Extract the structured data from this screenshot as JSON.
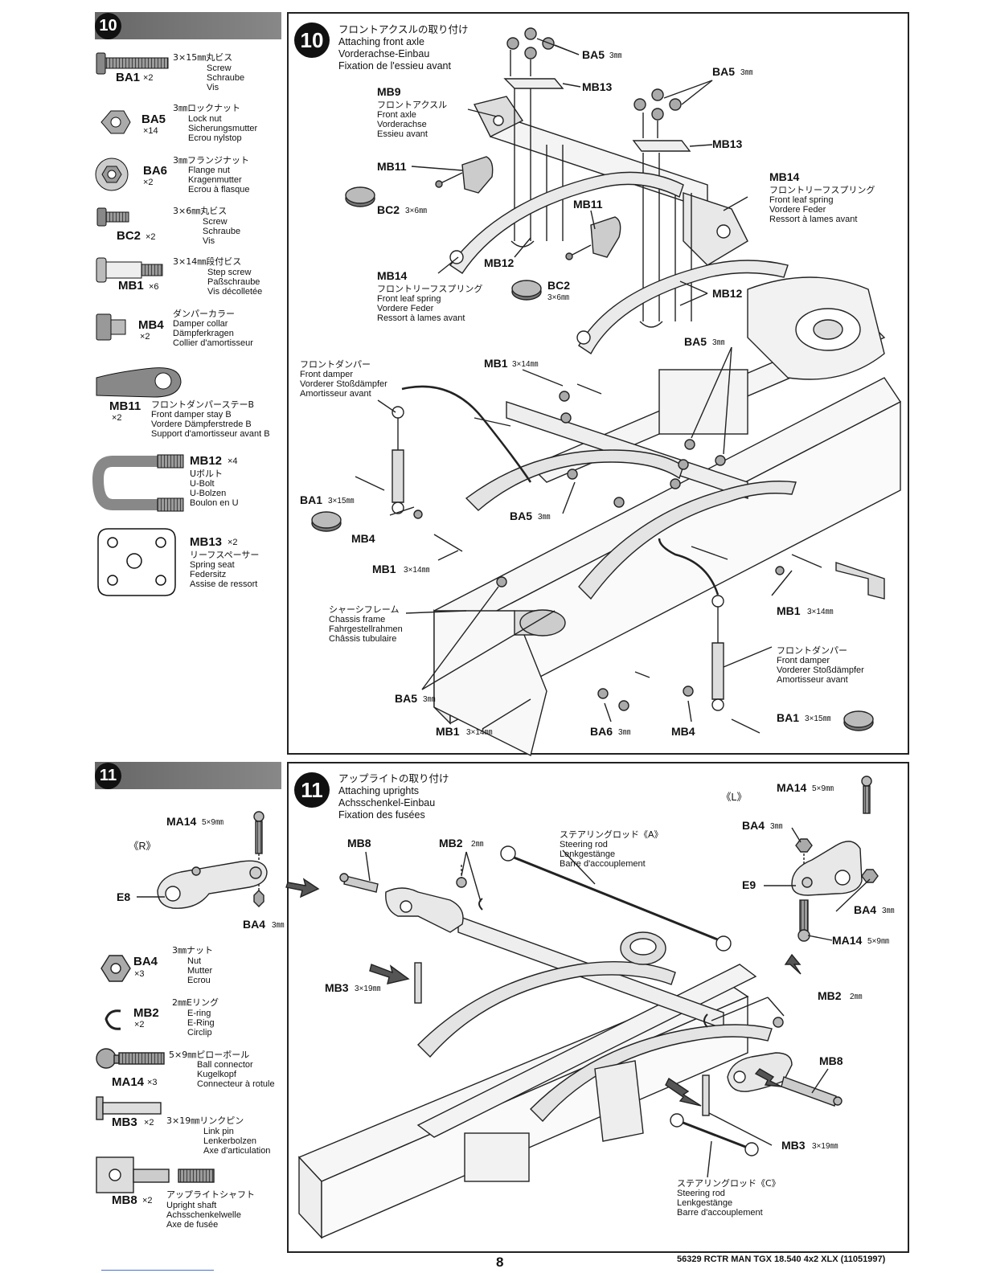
{
  "step10": {
    "number": "10",
    "title_jp": "フロントアクスルの取り付け",
    "title_en": "Attaching front axle",
    "title_de": "Vorderachse-Einbau",
    "title_fr": "Fixation de l'essieu avant",
    "parts": {
      "ba1": {
        "code": "BA1",
        "qty": "×2",
        "size": "3×15㎜丸ビス",
        "en": "Screw",
        "de": "Schraube",
        "fr": "Vis"
      },
      "ba5": {
        "code": "BA5",
        "qty": "×14",
        "size": "3㎜ロックナット",
        "en": "Lock nut",
        "de": "Sicherungsmutter",
        "fr": "Ecrou nylstop"
      },
      "ba6": {
        "code": "BA6",
        "qty": "×2",
        "size": "3㎜フランジナット",
        "en": "Flange nut",
        "de": "Kragenmutter",
        "fr": "Ecrou à flasque"
      },
      "bc2": {
        "code": "BC2",
        "qty": "×2",
        "size": "3×6㎜丸ビス",
        "en": "Screw",
        "de": "Schraube",
        "fr": "Vis"
      },
      "mb1": {
        "code": "MB1",
        "qty": "×6",
        "size": "3×14㎜段付ビス",
        "en": "Step screw",
        "de": "Paßschraube",
        "fr": "Vis décolletée"
      },
      "mb4": {
        "code": "MB4",
        "qty": "×2",
        "size": "ダンパーカラー",
        "en": "Damper collar",
        "de": "Dämpferkragen",
        "fr": "Collier d'amortisseur"
      },
      "mb11": {
        "code": "MB11",
        "qty": "×2",
        "size": "フロントダンパーステーB",
        "en": "Front damper stay B",
        "de": "Vordere Dämpferstrede B",
        "fr": "Support d'amortisseur avant B"
      },
      "mb12": {
        "code": "MB12",
        "qty": "×4",
        "size": "Uボルト",
        "en": "U-Bolt",
        "de": "U-Bolzen",
        "fr": "Boulon en U"
      },
      "mb13": {
        "code": "MB13",
        "qty": "×2",
        "size": "リーフスペーサー",
        "en": "Spring seat",
        "de": "Federsitz",
        "fr": "Assise de ressort"
      }
    },
    "callouts": {
      "ba5_top": "BA5",
      "ba5_top_size": "3㎜",
      "mb13_a": "MB13",
      "mb13_b": "MB13",
      "ba5_right": "BA5",
      "ba5_right_size": "3㎜",
      "mb9_code": "MB9",
      "mb9_jp": "フロントアクスル",
      "mb9_en": "Front axle",
      "mb9_de": "Vorderachse",
      "mb9_fr": "Essieu avant",
      "mb11_a": "MB11",
      "mb11_b": "MB11",
      "bc2_a": "BC2",
      "bc2_a_size": "3×6㎜",
      "bc2_b": "BC2",
      "bc2_b_size": "3×6㎜",
      "mb14_right_code": "MB14",
      "mb14_right_jp": "フロントリーフスプリング",
      "mb14_right_en": "Front leaf spring",
      "mb14_right_de": "Vordere Feder",
      "mb14_right_fr": "Ressort à lames avant",
      "mb14_left_code": "MB14",
      "mb14_left_jp": "フロントリーフスプリング",
      "mb14_left_en": "Front leaf spring",
      "mb14_left_de": "Vordere Feder",
      "mb14_left_fr": "Ressort à lames avant",
      "mb12_a": "MB12",
      "mb12_b": "MB12",
      "damper_left_jp": "フロントダンパー",
      "damper_left_en": "Front damper",
      "damper_left_de": "Vorderer Stoßdämpfer",
      "damper_left_fr": "Amortisseur avant",
      "mb1_top": "MB1",
      "mb1_top_size": "3×14㎜",
      "ba5_mid": "BA5",
      "ba5_mid_size": "3㎜",
      "ba1_left": "BA1",
      "ba1_left_size": "3×15㎜",
      "ba5_center": "BA5",
      "ba5_center_size": "3㎜",
      "mb4_left": "MB4",
      "mb1_left": "MB1",
      "mb1_left_size": "3×14㎜",
      "mb1_right": "MB1",
      "mb1_right_size": "3×14㎜",
      "chassis_jp": "シャーシフレーム",
      "chassis_en": "Chassis frame",
      "chassis_de": "Fahrgestellrahmen",
      "chassis_fr": "Châssis tubulaire",
      "damper_right_jp": "フロントダンパー",
      "damper_right_en": "Front damper",
      "damper_right_de": "Vorderer Stoßdämpfer",
      "damper_right_fr": "Amortisseur avant",
      "ba5_bottom": "BA5",
      "ba5_bottom_size": "3㎜",
      "mb1_bottom": "MB1",
      "mb1_bottom_size": "3×14㎜",
      "ba6_bottom": "BA6",
      "ba6_bottom_size": "3㎜",
      "mb4_bottom": "MB4",
      "ba1_bottom": "BA1",
      "ba1_bottom_size": "3×15㎜"
    }
  },
  "step11": {
    "number": "11",
    "title_jp": "アップライトの取り付け",
    "title_en": "Attaching uprights",
    "title_de": "Achsschenkel-Einbau",
    "title_fr": "Fixation des fusées",
    "left_assembly": {
      "r_label": "《R》",
      "ma14": "MA14",
      "ma14_size": "5×9㎜",
      "e8": "E8",
      "ba4": "BA4",
      "ba4_size": "3㎜"
    },
    "parts": {
      "ba4": {
        "code": "BA4",
        "qty": "×3",
        "size": "3㎜ナット",
        "en": "Nut",
        "de": "Mutter",
        "fr": "Ecrou"
      },
      "mb2": {
        "code": "MB2",
        "qty": "×2",
        "size": "2㎜Eリング",
        "en": "E-ring",
        "de": "E-Ring",
        "fr": "Circlip"
      },
      "ma14": {
        "code": "MA14",
        "qty": "×3",
        "size": "5×9㎜ピローボール",
        "en": "Ball connector",
        "de": "Kugelkopf",
        "fr": "Connecteur à rotule"
      },
      "mb3": {
        "code": "MB3",
        "qty": "×2",
        "size": "3×19㎜リンクピン",
        "en": "Link pin",
        "de": "Lenkerbolzen",
        "fr": "Axe d'articulation"
      },
      "mb8": {
        "code": "MB8",
        "qty": "×2",
        "size": "アップライトシャフト",
        "en": "Upright shaft",
        "de": "Achsschenkelwelle",
        "fr": "Axe de fusée"
      }
    },
    "callouts": {
      "l_label": "《L》",
      "ma14_r": "MA14",
      "ma14_r_size": "5×9㎜",
      "ba4_r": "BA4",
      "ba4_r_size": "3㎜",
      "e9": "E9",
      "ba4_r2": "BA4",
      "ba4_r2_size": "3㎜",
      "ma14_r2": "MA14",
      "ma14_r2_size": "5×9㎜",
      "steer_a_jp": "ステアリングロッド《A》",
      "steer_a_en": "Steering rod",
      "steer_a_de": "Lenkgestänge",
      "steer_a_fr": "Barre d'accouplement",
      "mb8_left": "MB8",
      "mb2_left": "MB2",
      "mb2_left_size": "2㎜",
      "mb3_left": "MB3",
      "mb3_left_size": "3×19㎜",
      "mb2_right": "MB2",
      "mb2_right_size": "2㎜",
      "mb8_right": "MB8",
      "mb3_right": "MB3",
      "mb3_right_size": "3×19㎜",
      "steer_c_jp": "ステアリングロッド《C》",
      "steer_c_en": "Steering rod",
      "steer_c_de": "Lenkgestänge",
      "steer_c_fr": "Barre d'accouplement"
    }
  },
  "footer": {
    "page_number": "8",
    "model": "56329 RCTR MAN TGX 18.540 4x2 XLX (11051997)"
  }
}
